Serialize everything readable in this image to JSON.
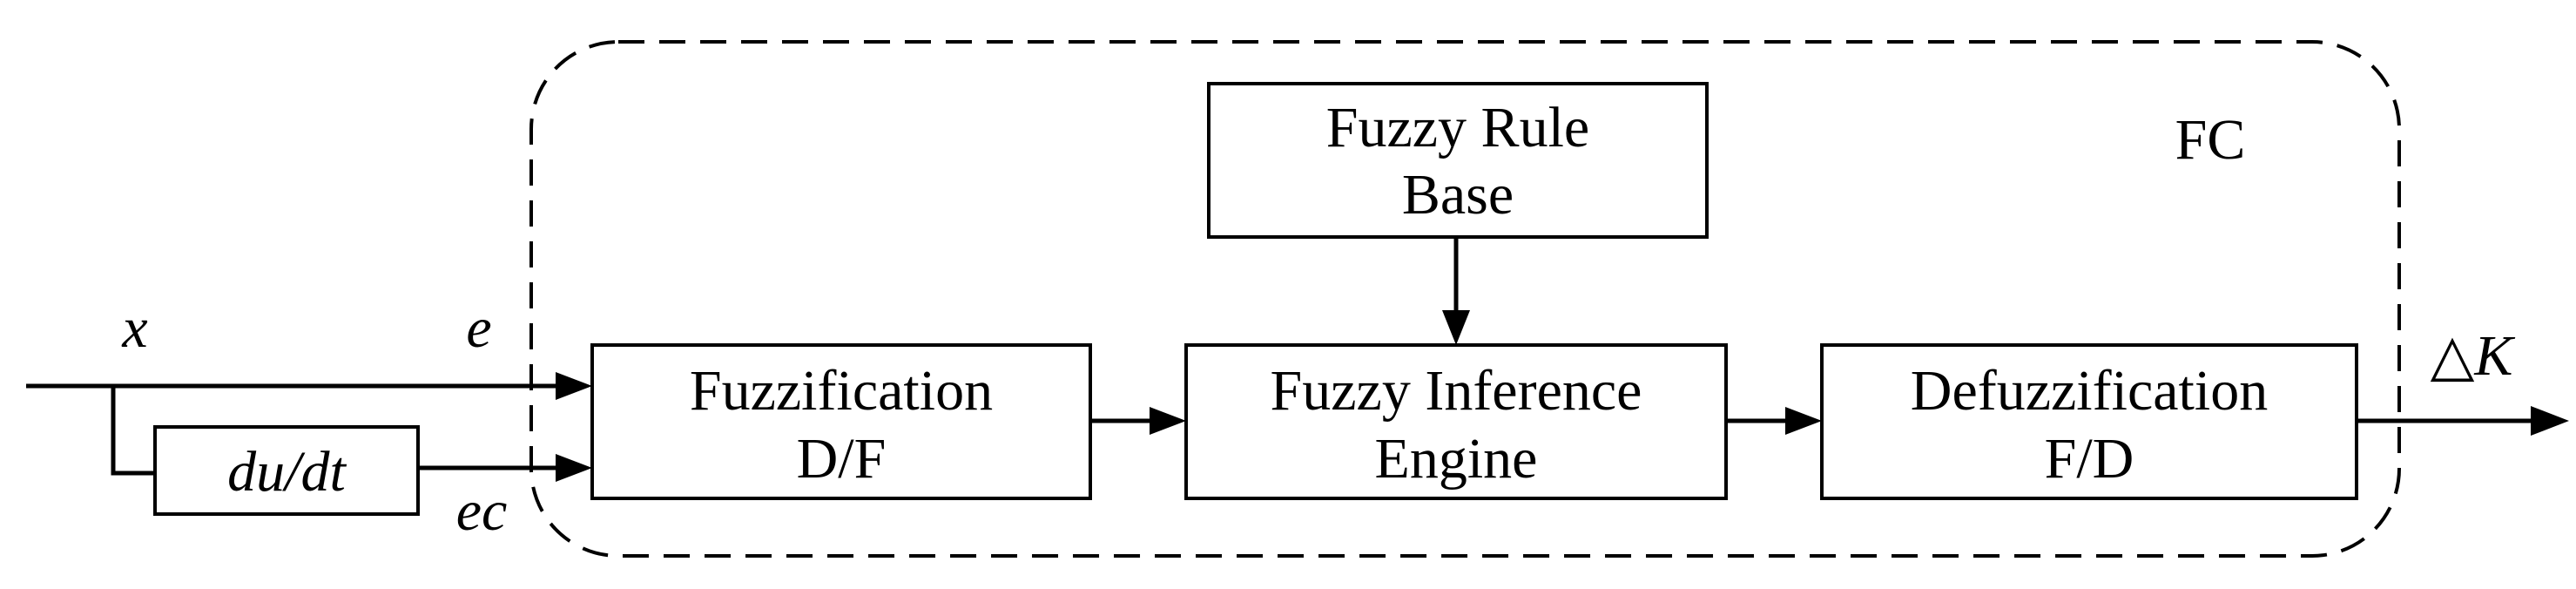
{
  "diagram": {
    "container_label": "FC",
    "blocks": {
      "rule_base": {
        "line1": "Fuzzy Rule",
        "line2": "Base"
      },
      "fuzzification": {
        "line1": "Fuzzification",
        "line2": "D/F"
      },
      "inference": {
        "line1": "Fuzzy Inference",
        "line2": "Engine"
      },
      "defuzzification": {
        "line1": "Defuzzification",
        "line2": "F/D"
      },
      "derivative": {
        "label": "du/dt"
      }
    },
    "signals": {
      "x": "x",
      "e": "e",
      "ec": "ec",
      "output": "△K"
    }
  }
}
